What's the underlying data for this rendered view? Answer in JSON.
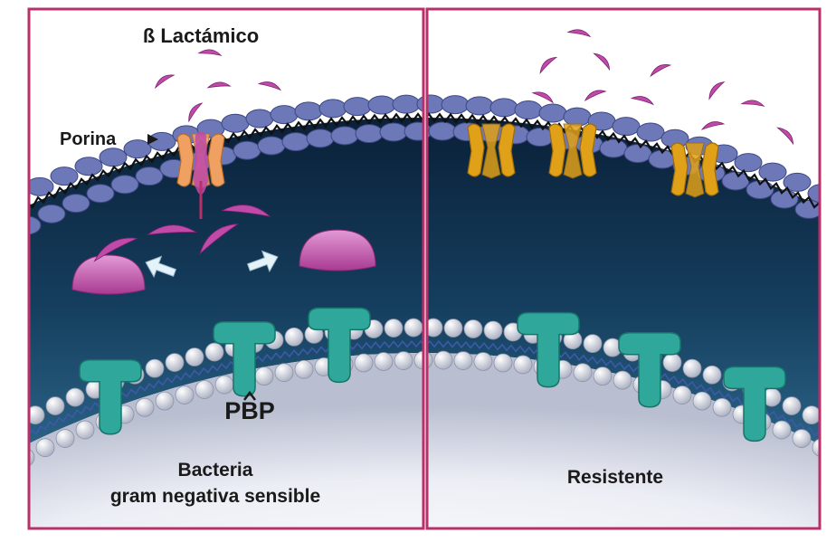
{
  "labels": {
    "beta_lactam": "ß Lactámico",
    "porin": "Porina",
    "pbp": "PBP",
    "sensitive_line1": "Bacteria",
    "sensitive_line2": "gram negativa sensible",
    "resistant": "Resistente"
  },
  "colors": {
    "frame": "#b8306a",
    "outer_membrane": "#6d78b8",
    "periplasm_dark": "#0c2a45",
    "periplasm_mid": "#1d4e70",
    "inner_membrane": "#c9cdd8",
    "cytoplasm": "#dcdfe9",
    "porin_sensitive": "#f0a060",
    "porin_resistant": "#e0a018",
    "antibiotic": "#c04aa8",
    "pbp": "#2fa79a",
    "enzyme_arrow": "#e4f2fa"
  }
}
